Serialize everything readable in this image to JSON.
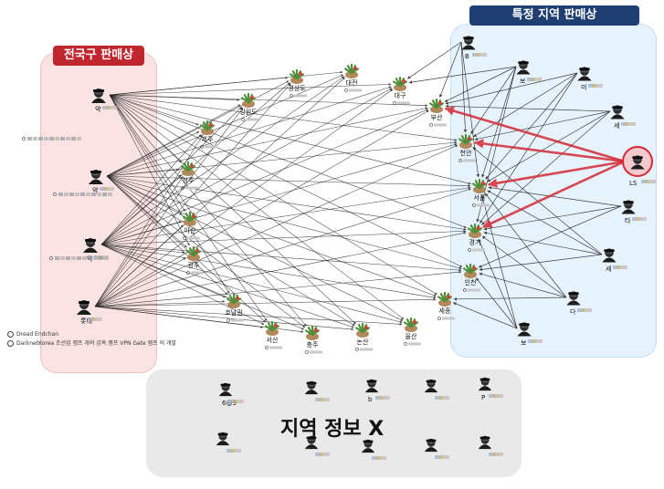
{
  "panels": {
    "nationwide_label": "전국구 판매상",
    "regional_label": "특정 지역 판매상",
    "unknown_label": "지역 정보 X"
  },
  "legend": {
    "item1": "Dread Endchan",
    "item2": "DarknetKorea 조선업 캠프 개의 감옥 캠프 VPN Gate 캠프 의 개발"
  },
  "regions": [
    {
      "id": "gyeongsangdo",
      "name": "경상도"
    },
    {
      "id": "daejeon",
      "name": "대전"
    },
    {
      "id": "daegu",
      "name": "대구"
    },
    {
      "id": "gangwondo",
      "name": "강원도"
    },
    {
      "id": "busan",
      "name": "부산"
    },
    {
      "id": "jeju",
      "name": "제주"
    },
    {
      "id": "cheonan",
      "name": "천안"
    },
    {
      "id": "cheongju",
      "name": "청주"
    },
    {
      "id": "seoul",
      "name": "서울"
    },
    {
      "id": "asan",
      "name": "아산"
    },
    {
      "id": "gyeonggi",
      "name": "경기"
    },
    {
      "id": "gwangju",
      "name": "광주"
    },
    {
      "id": "incheon",
      "name": "인천"
    },
    {
      "id": "honam",
      "name": "호남권"
    },
    {
      "id": "sejong",
      "name": "세종"
    },
    {
      "id": "seosan",
      "name": "서산"
    },
    {
      "id": "chungju",
      "name": "충주"
    },
    {
      "id": "nonsan",
      "name": "논산"
    },
    {
      "id": "ulsan",
      "name": "울산"
    }
  ],
  "nationwide_sellers": [
    {
      "id": "n1",
      "label": "약"
    },
    {
      "id": "n2",
      "label": "약"
    },
    {
      "id": "n3",
      "label": "약"
    },
    {
      "id": "n4",
      "label": "롯데"
    }
  ],
  "regional_sellers": [
    {
      "id": "r1",
      "label": "B"
    },
    {
      "id": "r2",
      "label": "보"
    },
    {
      "id": "r3",
      "label": "미"
    },
    {
      "id": "r4",
      "label": "세"
    },
    {
      "id": "r5",
      "label": "LS"
    },
    {
      "id": "r6",
      "label": "타"
    },
    {
      "id": "r7",
      "label": "세"
    },
    {
      "id": "r8",
      "label": "다"
    },
    {
      "id": "r9",
      "label": "보"
    }
  ],
  "unknown_sellers": [
    {
      "id": "u1",
      "label": "6@9"
    },
    {
      "id": "u2",
      "label": ""
    },
    {
      "id": "u3",
      "label": "b"
    },
    {
      "id": "u4",
      "label": ""
    },
    {
      "id": "u5",
      "label": "P"
    },
    {
      "id": "u6",
      "label": ""
    },
    {
      "id": "u7",
      "label": ""
    },
    {
      "id": "u8",
      "label": ""
    },
    {
      "id": "u9",
      "label": ""
    },
    {
      "id": "u10",
      "label": ""
    }
  ],
  "colors": {
    "nationwide_panel_bg": "#fbe3e3",
    "nationwide_panel_border": "#f3c0c0",
    "nationwide_label_bg": "#c0262d",
    "regional_panel_bg": "#e6f2fc",
    "regional_panel_border": "#c5def3",
    "regional_label_bg": "#1f3f73",
    "unknown_panel_bg": "#e9e9e9",
    "edge": "#222222",
    "highlight_edge": "#d42a35"
  }
}
